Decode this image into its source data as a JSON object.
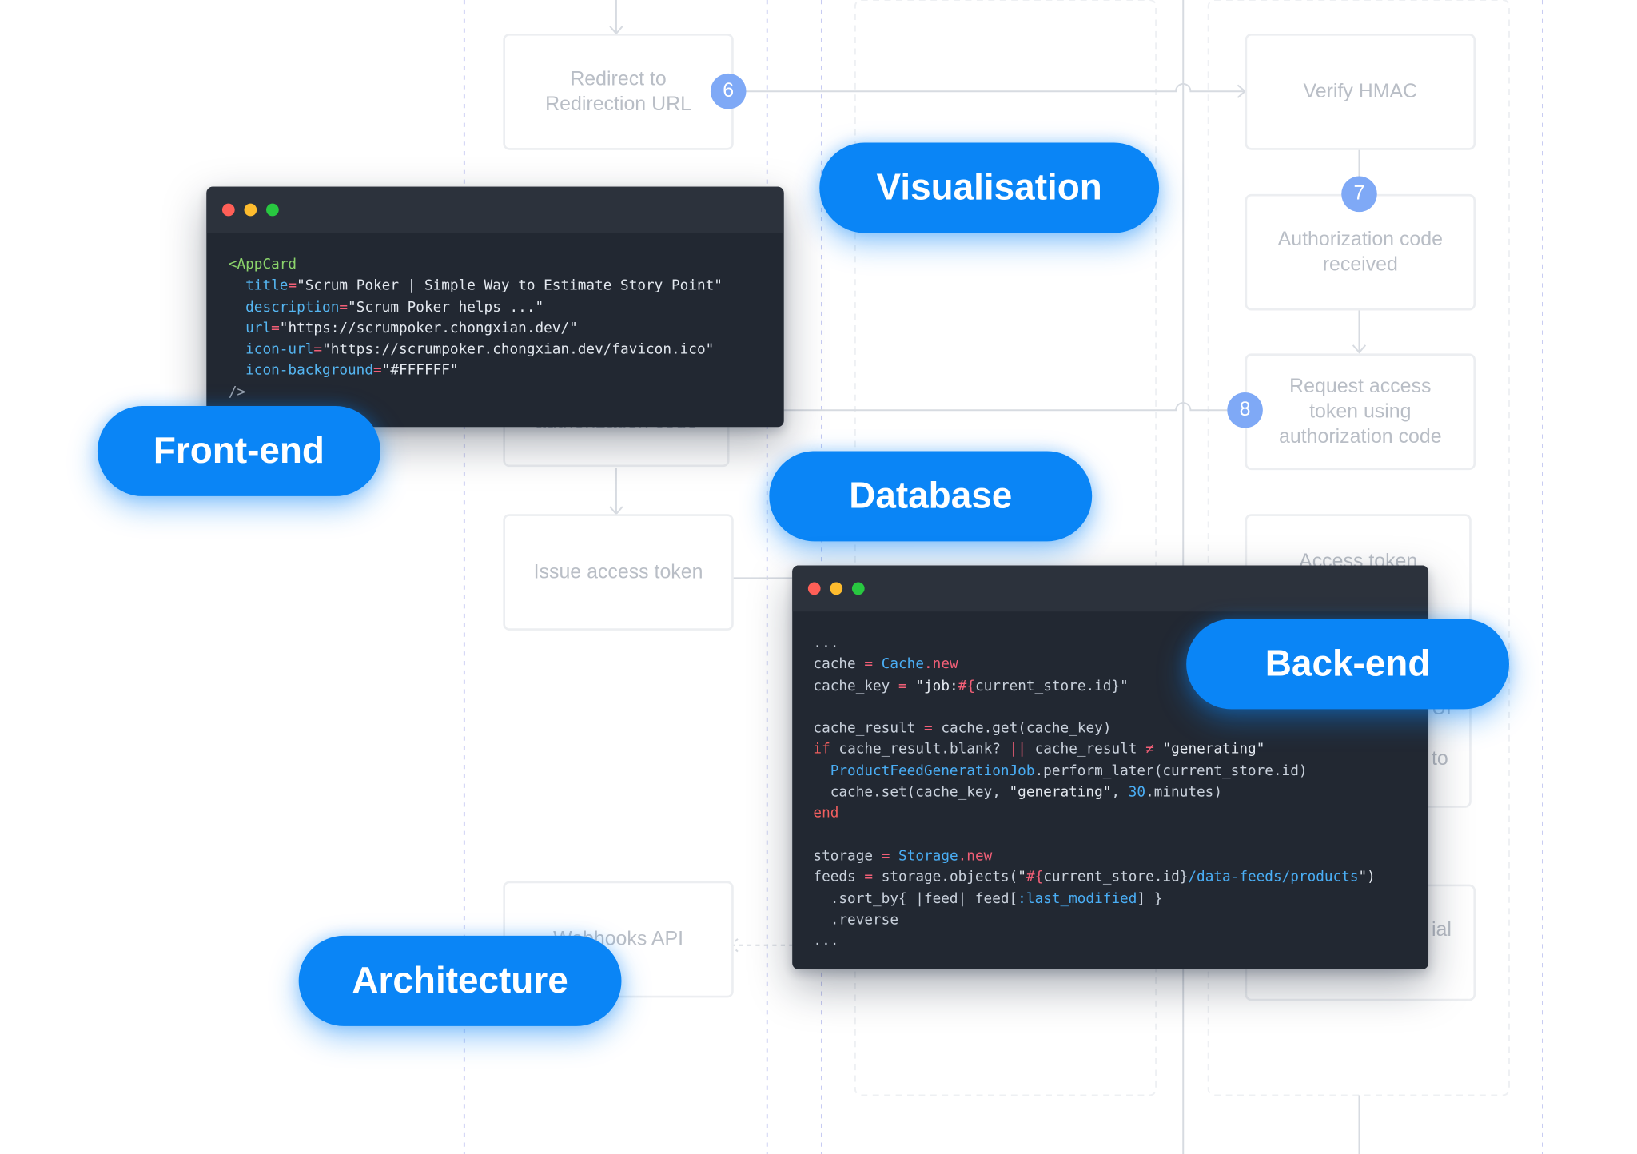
{
  "flow": {
    "box_redirect": "Redirect to\nRedirection URL",
    "box_verify": "Verify HMAC",
    "box_auth_received": "Authorization code\nreceived",
    "box_request_token": "Request access\ntoken using\nauthorization code",
    "box_issue_token": "Issue access token",
    "box_access_token": "Access token",
    "box_webhooks": "Webhooks API",
    "box_hidden_partial": "authorization code",
    "partial_ui": "UI",
    "partial_to": "to",
    "partial_ial": "ial",
    "steps": [
      "6",
      "7",
      "8"
    ]
  },
  "badges": {
    "visualisation": "Visualisation",
    "frontend": "Front-end",
    "database": "Database",
    "backend": "Back-end",
    "architecture": "Architecture"
  },
  "frontend_code": {
    "open_tag": "<AppCard",
    "attrs": [
      {
        "name": "title",
        "value": "\"Scrum Poker | Simple Way to Estimate Story Point\""
      },
      {
        "name": "description",
        "value": "\"Scrum Poker helps ...\""
      },
      {
        "name": "url",
        "value": "\"https://scrumpoker.chongxian.dev/\""
      },
      {
        "name": "icon-url",
        "value": "\"https://scrumpoker.chongxian.dev/favicon.ico\""
      },
      {
        "name": "icon-background",
        "value": "\"#FFFFFF\""
      }
    ],
    "close_tag": "/>"
  },
  "backend_code": {
    "ellipsis": "...",
    "l_cache_var": "cache",
    "l_cache_cls": "Cache",
    "l_new": ".new",
    "l_key_var": "cache_key",
    "l_key_str_a": "\"job:",
    "l_key_interp": "#{",
    "l_key_str_b": "current_store.id}\"",
    "l_result": "cache_result",
    "l_get": "cache.get(cache_key)",
    "kw_if": "if",
    "l_blank": "cache_result.blank?",
    "op_or": "||",
    "l_result2": "cache_result",
    "op_ne": "≠",
    "str_generating": "\"generating\"",
    "l_job_cls": "ProductFeedGenerationJob",
    "l_perform": ".perform_later(current_store.id)",
    "l_set_a": "cache.set(cache_key, ",
    "l_num": "30",
    "l_minutes": ".minutes)",
    "kw_end": "end",
    "l_storage_var": "storage",
    "l_storage_cls": "Storage",
    "l_feeds_var": "feeds",
    "l_objects": "storage.objects(",
    "l_objects_str_a": "\"",
    "l_objects_interp": "#{",
    "l_objects_mid": "current_store.id}",
    "l_objects_path": "/data-feeds/products",
    "l_objects_end": "\")",
    "l_sort": "  .sort_by{ |feed| feed[",
    "l_sym": ":last_modified",
    "l_sort_end": "] }",
    "l_reverse": "  .reverse"
  }
}
